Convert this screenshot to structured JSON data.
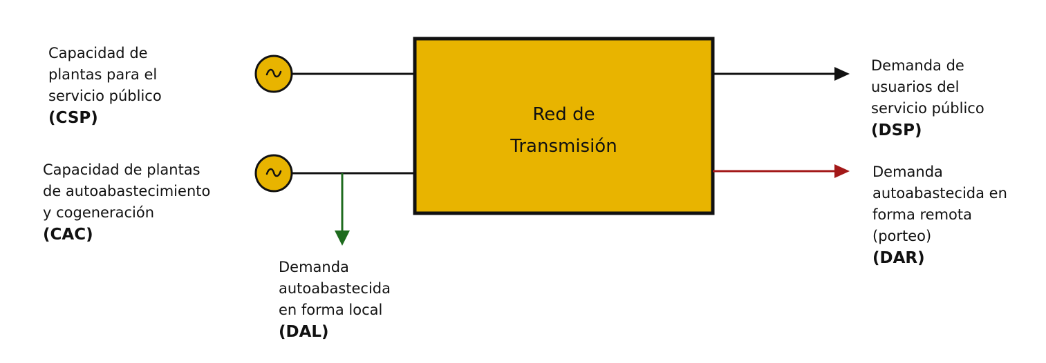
{
  "colors": {
    "box_fill": "#E8B400",
    "box_border": "#111111",
    "generator_fill": "#E8B400",
    "line_black": "#111111",
    "line_green": "#1E6B1E",
    "line_red": "#A31818"
  },
  "center": {
    "title_line1": "Red de",
    "title_line2": "Transmisión"
  },
  "generators": [
    {
      "name": "generator-csp",
      "symbol": "~"
    },
    {
      "name": "generator-cac",
      "symbol": "~"
    }
  ],
  "inputs": {
    "csp": {
      "lines": [
        "Capacidad de",
        "plantas para el",
        "servicio público"
      ],
      "code": "(CSP)"
    },
    "cac": {
      "lines": [
        "Capacidad de plantas",
        "de autoabastecimiento",
        "y cogeneración"
      ],
      "code": "(CAC)"
    }
  },
  "outputs": {
    "dal": {
      "lines": [
        "Demanda",
        "autoabastecida",
        "en forma local"
      ],
      "code": "(DAL)"
    },
    "dsp": {
      "lines": [
        "Demanda de",
        "usuarios del",
        "servicio público"
      ],
      "code": "(DSP)"
    },
    "dar": {
      "lines": [
        "Demanda",
        "autoabastecida en",
        "forma remota",
        "(porteo)"
      ],
      "code": "(DAR)"
    }
  }
}
